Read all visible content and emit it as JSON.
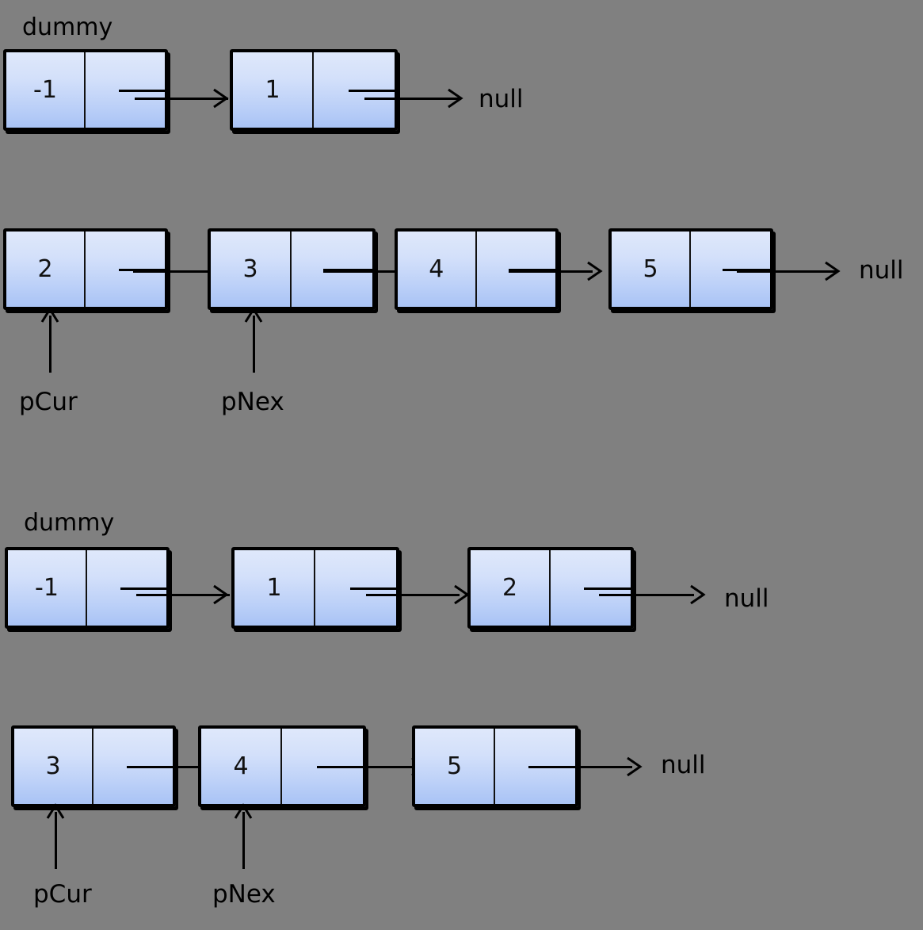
{
  "diagram": {
    "title": "linked-list-split-with-dummy",
    "background_color": "#808080",
    "node_fill_top": "#dfe8fb",
    "node_fill_bottom": "#a9c3f5",
    "node_border_color": "#000000",
    "text_color": "#000000",
    "null_text": "null",
    "dummy_text": "dummy",
    "pcur_text": "pCur",
    "pnex_text": "pNex"
  },
  "rows": [
    {
      "name": "row-1-dummy-list",
      "caption": "dummy",
      "terminator": "null",
      "nodes": [
        {
          "value": "-1"
        },
        {
          "value": "1"
        }
      ]
    },
    {
      "name": "row-2-remaining-list",
      "caption": "",
      "terminator": "null",
      "nodes": [
        {
          "value": "2",
          "pointer": "pCur"
        },
        {
          "value": "3",
          "pointer": "pNex"
        },
        {
          "value": "4"
        },
        {
          "value": "5"
        }
      ]
    },
    {
      "name": "row-3-dummy-list",
      "caption": "dummy",
      "terminator": "null",
      "nodes": [
        {
          "value": "-1"
        },
        {
          "value": "1"
        },
        {
          "value": "2"
        }
      ]
    },
    {
      "name": "row-4-remaining-list",
      "caption": "",
      "terminator": "null",
      "nodes": [
        {
          "value": "3",
          "pointer": "pCur"
        },
        {
          "value": "4",
          "pointer": "pNex"
        },
        {
          "value": "5"
        }
      ]
    }
  ],
  "pointer_labels": [
    {
      "text": "pCur"
    },
    {
      "text": "pNex"
    },
    {
      "text": "pCur"
    },
    {
      "text": "pNex"
    }
  ]
}
